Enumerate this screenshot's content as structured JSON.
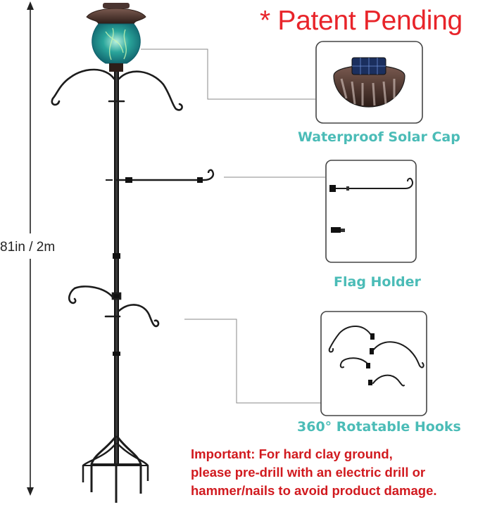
{
  "header": {
    "patent_text": "* Patent Pending"
  },
  "measurement": {
    "height_text": "81in / 2m"
  },
  "callouts": [
    {
      "label": "Waterproof Solar Cap"
    },
    {
      "label": "Flag Holder"
    },
    {
      "label": "360° Rotatable Hooks"
    }
  ],
  "notice": {
    "lines": [
      "Important: For hard clay ground,",
      "please pre-drill with an electric drill or",
      "hammer/nails to avoid product damage."
    ]
  },
  "colors": {
    "patent_red": "#e8242a",
    "callout_teal": "#4bbcb7",
    "notice_red": "#d11a1f",
    "pole": "#1c1c1c",
    "leader_line": "#8a8a8a",
    "lantern_glass": "#2aa59b",
    "lantern_top": "#5a4038"
  },
  "icons": [
    "solar-cap-icon",
    "flag-holder-icon",
    "rotatable-hook-icon",
    "lantern-icon",
    "dimension-arrow-icon"
  ]
}
